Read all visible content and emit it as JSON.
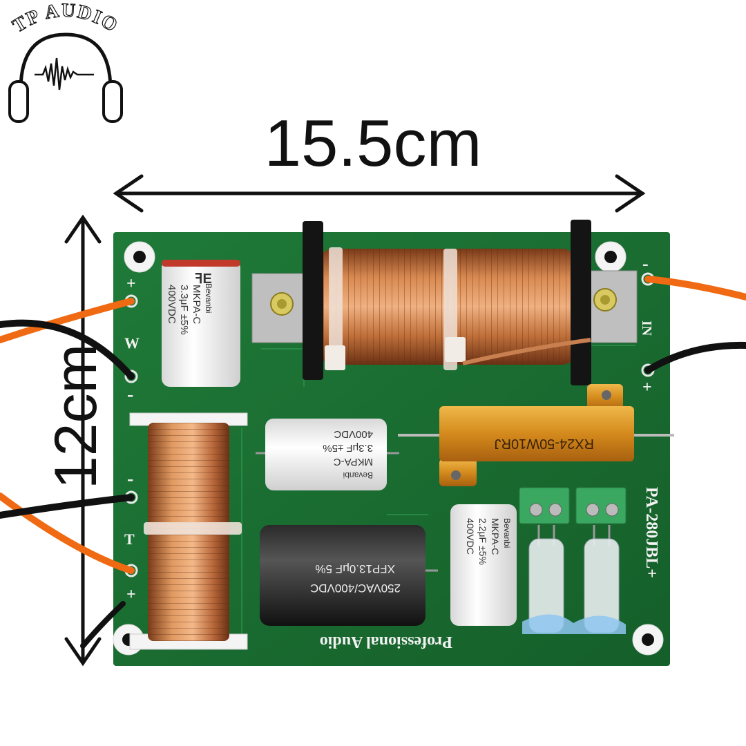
{
  "logo": {
    "brand": "TP AUDIO"
  },
  "dimensions": {
    "width_label": "15.5cm",
    "height_label": "12cm"
  },
  "board": {
    "model": "PA-280JBL+",
    "maker_text": "Professional Audio",
    "silk": {
      "plus_1": "+",
      "w": "W",
      "minus_1": "-",
      "minus_2": "-",
      "t": "T",
      "plus_2": "+",
      "in": "IN",
      "minus_in": "-",
      "plus_in": "+"
    }
  },
  "components": {
    "cap1": {
      "brand": "Bevanbi",
      "type": "MKPA-C",
      "value": "3.3μF ±5%",
      "voltage": "400VDC"
    },
    "cap2": {
      "brand": "Bevanbi",
      "type": "MKPA-C",
      "value": "3.3μF ±5%",
      "voltage": "400VDC"
    },
    "cap3": {
      "brand": "Bevanbi",
      "type": "MKPA-C",
      "value": "2.2μF ±5%",
      "voltage": "400VDC"
    },
    "cap_black": {
      "line1": "250VAC/400VDC",
      "line2": "XFP13.0μF 5%"
    },
    "resistor": {
      "label": "RX24-50W10RJ"
    }
  }
}
